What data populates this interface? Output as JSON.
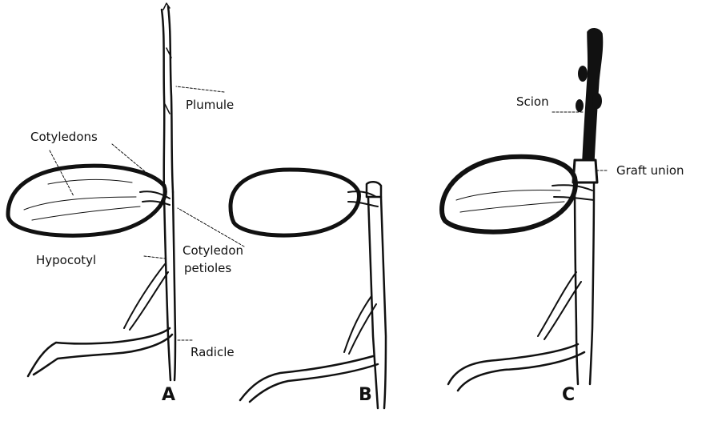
{
  "panels": {
    "a": {
      "letter": "A",
      "labels": {
        "plumule": "Plumule",
        "cotyledons": "Cotyledons",
        "hypocotyl": "Hypocotyl",
        "cotyledon_petioles_line1": "Cotyledon",
        "cotyledon_petioles_line2": "petioles",
        "radicle": "Radicle"
      }
    },
    "b": {
      "letter": "B"
    },
    "c": {
      "letter": "C",
      "labels": {
        "scion": "Scion",
        "graft_union": "Graft union"
      }
    }
  }
}
